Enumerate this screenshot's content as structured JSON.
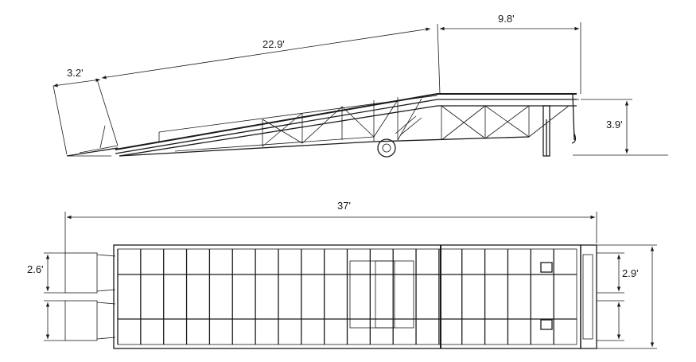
{
  "dimensions": {
    "ramp_lip_length": "3.2'",
    "ramp_slope_length": "22.9'",
    "platform_length": "9.8'",
    "platform_height": "3.9'",
    "total_length": "37'",
    "end_ramp_width": "2.6'",
    "deck_end_width": "2.9'"
  },
  "colors": {
    "line": "#1a1a1a",
    "background": "#ffffff"
  }
}
